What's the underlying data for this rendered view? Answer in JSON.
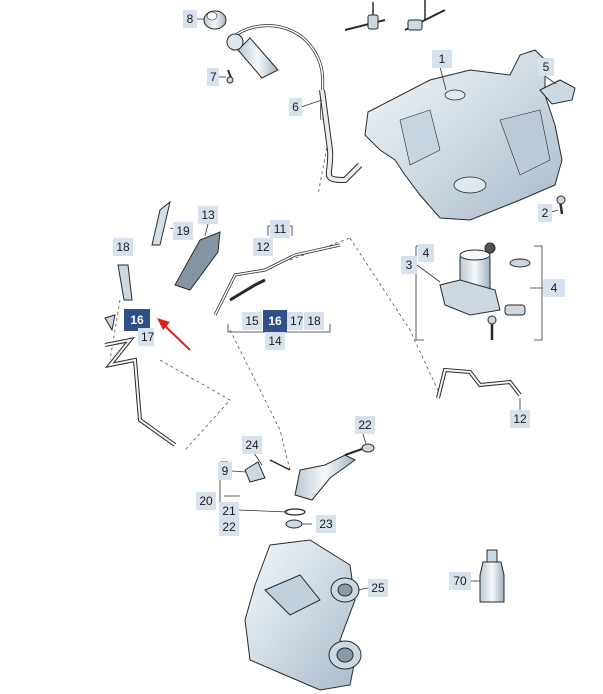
{
  "callouts": [
    {
      "id": "c1",
      "text": "1"
    },
    {
      "id": "c2",
      "text": "2"
    },
    {
      "id": "c3",
      "text": "3"
    },
    {
      "id": "c4a",
      "text": "4"
    },
    {
      "id": "c4b",
      "text": "4"
    },
    {
      "id": "c5",
      "text": "5"
    },
    {
      "id": "c6",
      "text": "6"
    },
    {
      "id": "c7",
      "text": "7"
    },
    {
      "id": "c8",
      "text": "8"
    },
    {
      "id": "c9",
      "text": "9"
    },
    {
      "id": "c11",
      "text": "11"
    },
    {
      "id": "c12a",
      "text": "12"
    },
    {
      "id": "c12b",
      "text": "12"
    },
    {
      "id": "c13",
      "text": "13"
    },
    {
      "id": "c14",
      "text": "14"
    },
    {
      "id": "c15",
      "text": "15"
    },
    {
      "id": "c16a",
      "text": "16"
    },
    {
      "id": "c16b",
      "text": "16"
    },
    {
      "id": "c17a",
      "text": "17"
    },
    {
      "id": "c17b",
      "text": "17"
    },
    {
      "id": "c18a",
      "text": "18"
    },
    {
      "id": "c18b",
      "text": "18"
    },
    {
      "id": "c19",
      "text": "19"
    },
    {
      "id": "c20",
      "text": "20"
    },
    {
      "id": "c21",
      "text": "21"
    },
    {
      "id": "c22a",
      "text": "22"
    },
    {
      "id": "c22b",
      "text": "22"
    },
    {
      "id": "c23",
      "text": "23"
    },
    {
      "id": "c24",
      "text": "24"
    },
    {
      "id": "c25",
      "text": "25"
    },
    {
      "id": "c70",
      "text": "70"
    }
  ],
  "highlighted_callout": "16",
  "colors": {
    "callout_bg": "#d8e2ee",
    "highlight_bg": "#2f4f86",
    "arrow": "#e02020",
    "part_fill": "#e4eef4",
    "part_shade": "#aebfcc",
    "line": "#2a2a2a"
  }
}
